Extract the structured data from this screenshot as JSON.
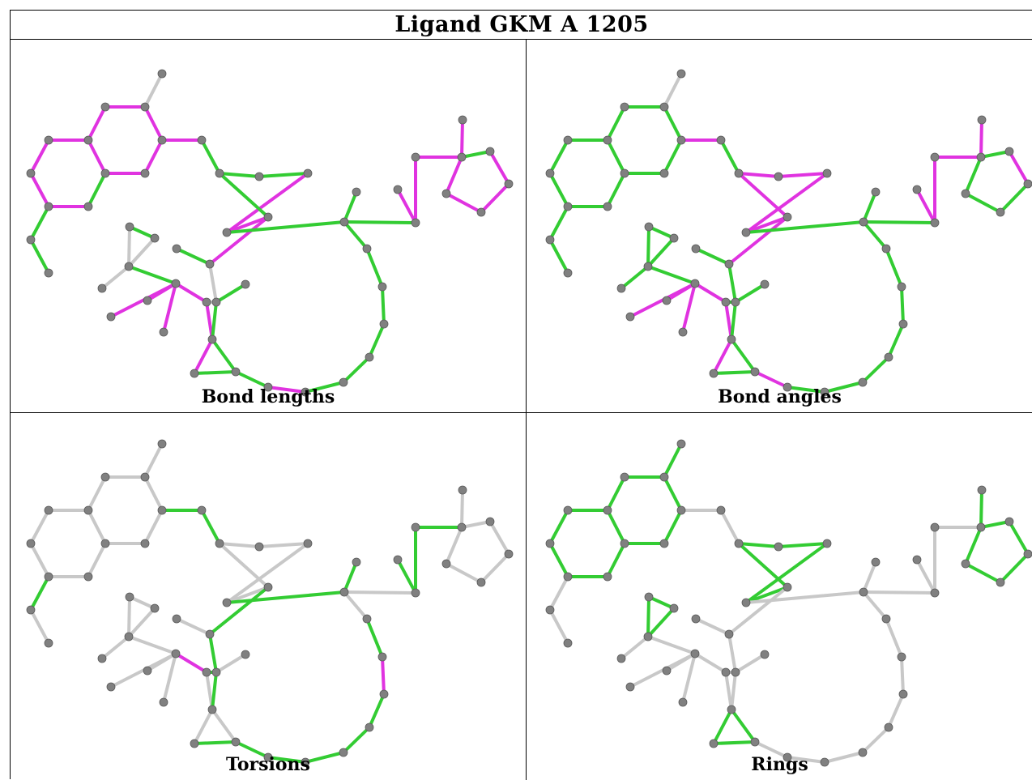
{
  "title": "Ligand GKM A 1205",
  "panels": [
    {
      "caption": "Bond lengths"
    },
    {
      "caption": "Bond angles"
    },
    {
      "caption": "Torsions"
    },
    {
      "caption": "Rings"
    }
  ],
  "colors": {
    "good": "#33cc33",
    "outlier": "#e033e0",
    "none": "#c8c8c8",
    "atom": "#808080"
  }
}
